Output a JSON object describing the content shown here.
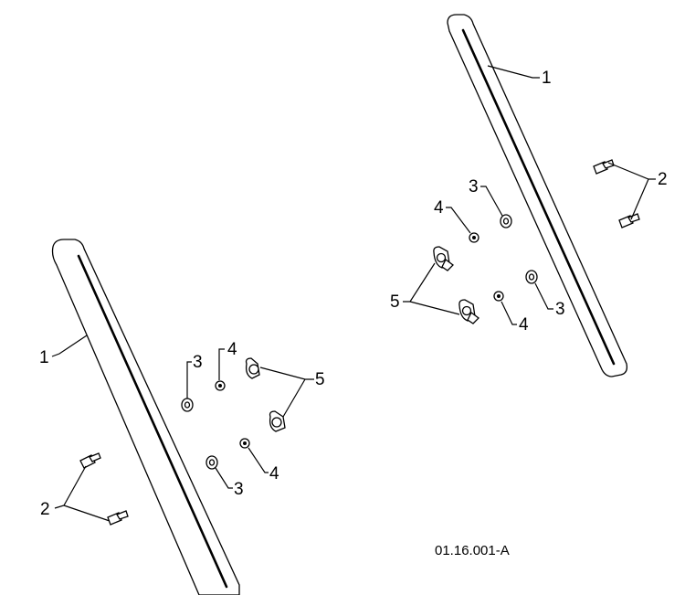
{
  "figure_id": "01.16.001-A",
  "callouts": {
    "rail": "1",
    "bolt": "2",
    "washer": "3",
    "nut": "4",
    "wing_nut": "5"
  }
}
